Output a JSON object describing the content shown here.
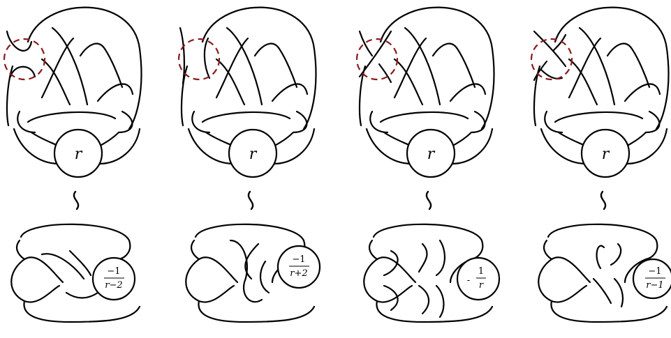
{
  "top_row": [
    {
      "label": "r"
    },
    {
      "label": "r"
    },
    {
      "label": "r"
    },
    {
      "label": "r"
    }
  ],
  "bottom_row": [
    {
      "num": "−1",
      "den": "r−2"
    },
    {
      "num": "−1",
      "den": "r+2"
    },
    {
      "prefix": "-",
      "num": "1",
      "den": "r"
    },
    {
      "num": "−1",
      "den": "r−1"
    }
  ],
  "colors": {
    "line": "#000000",
    "marker": "#8b1a1a"
  }
}
